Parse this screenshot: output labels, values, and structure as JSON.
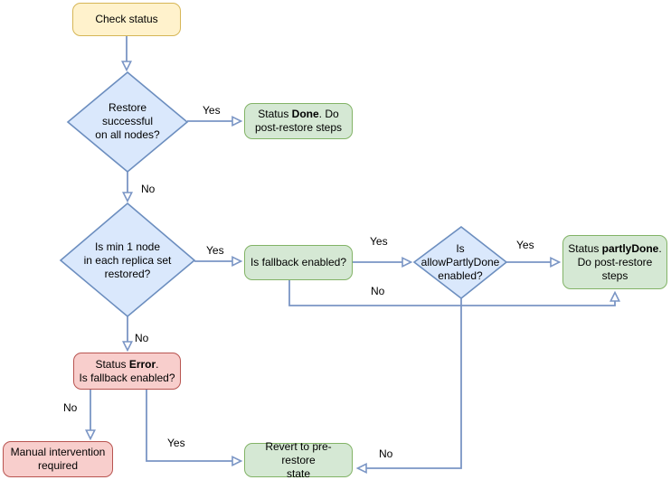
{
  "colors": {
    "yellow_fill": "#FFF2CC",
    "yellow_stroke": "#D6B656",
    "blue_fill": "#DAE8FC",
    "blue_stroke": "#6C8EBF",
    "green_fill": "#D5E8D4",
    "green_stroke": "#82B366",
    "red_fill": "#F8CECC",
    "red_stroke": "#B85450",
    "connector": "#7A95C5"
  },
  "nodes": {
    "check_status": {
      "label": "Check status"
    },
    "restore_successful": {
      "lines": [
        "Restore",
        "successful",
        "on all nodes?"
      ]
    },
    "status_done": {
      "l1_pre": "Status ",
      "l1_bold": "Done",
      "l1_post": ". Do",
      "l2": "post-restore steps"
    },
    "min_one_node": {
      "lines": [
        "Is min 1 node",
        "in each replica set",
        "restored?"
      ]
    },
    "fallback_enabled": {
      "label": "Is fallback enabled?"
    },
    "allow_partly_done": {
      "lines": [
        "Is",
        "allowPartlyDone",
        "enabled?"
      ]
    },
    "status_partly_done": {
      "l1_pre": "Status ",
      "l1_bold": "partlyDone",
      "l1_post": ".",
      "l2": "Do post-restore",
      "l3": "steps"
    },
    "status_error": {
      "l1_pre": "Status ",
      "l1_bold": "Error",
      "l1_post": ".",
      "l2": "Is fallback enabled?"
    },
    "manual_intervention": {
      "lines": [
        "Manual intervention",
        "required"
      ]
    },
    "revert": {
      "lines": [
        "Revert to pre-restore",
        "state"
      ]
    }
  },
  "edge_labels": {
    "restore_successful_yes": "Yes",
    "restore_successful_no": "No",
    "min_one_node_yes": "Yes",
    "min_one_node_no": "No",
    "fallback_yes": "Yes",
    "fallback_no": "No",
    "allow_partly_done_yes": "Yes",
    "allow_partly_done_no": "No",
    "status_error_no": "No",
    "status_error_yes": "Yes"
  }
}
